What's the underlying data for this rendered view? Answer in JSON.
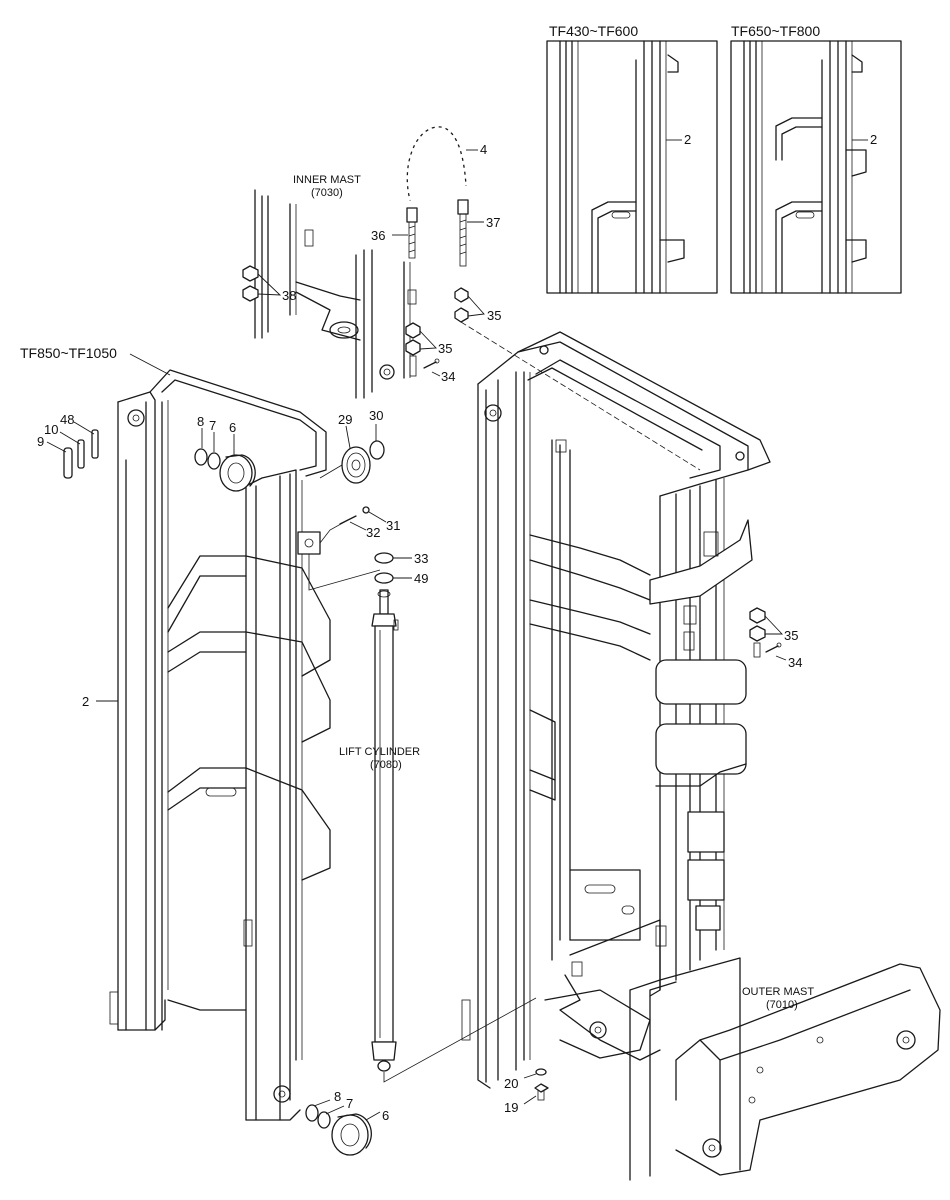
{
  "inset_left": {
    "title": "TF430~TF600",
    "callout": "2"
  },
  "inset_right": {
    "title": "TF650~TF800",
    "callout": "2"
  },
  "model_range": "TF850~TF1050",
  "inner_mast": {
    "name": "INNER MAST",
    "code": "(7030)"
  },
  "lift_cylinder": {
    "name": "LIFT CYLINDER",
    "code": "(7080)"
  },
  "outer_mast": {
    "name": "OUTER MAST",
    "code": "(7010)"
  },
  "callouts": {
    "chain": "4",
    "anchor_left": "36",
    "anchor_right": "37",
    "nut_pair_top": "38",
    "nut_pair_upper": "35",
    "nut_pair_mid": "35",
    "cotter_top": "34",
    "plate": "9",
    "shim_a": "10",
    "shim_b": "48",
    "ring_top": "8",
    "shim_top": "7",
    "roller_top": "6",
    "sheave": "29",
    "snap_ring": "30",
    "pin_nut": "31",
    "cotter_sheave": "32",
    "seal_a": "33",
    "seal_b": "49",
    "mast_label_left": "2",
    "nut_pair_outer": "35",
    "cotter_outer": "34",
    "washer_bottom": "20",
    "bolt_bottom": "19",
    "ring_bottom": "8",
    "shim_bottom": "7",
    "roller_bottom": "6"
  }
}
